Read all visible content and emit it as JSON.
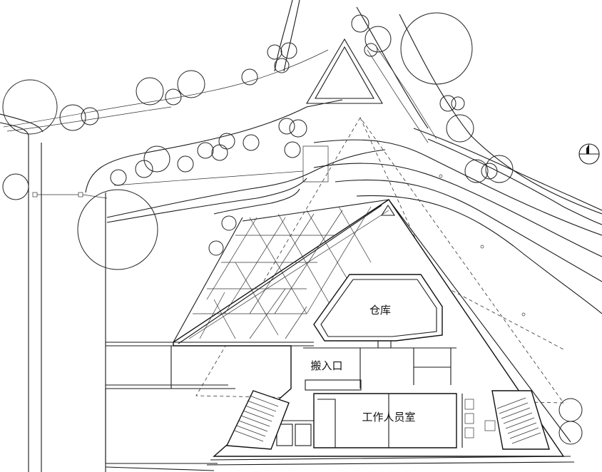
{
  "rooms": {
    "warehouse": "仓库",
    "loading_entrance": "搬入口",
    "staff_room": "工作人员室"
  },
  "north_arrow": "north-arrow-icon"
}
